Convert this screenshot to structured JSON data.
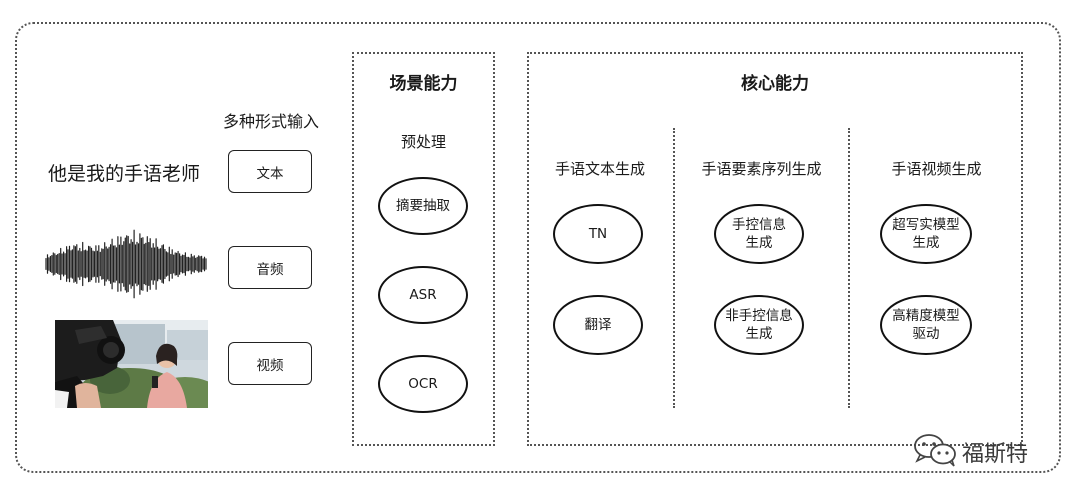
{
  "input": {
    "title": "多种形式输入",
    "example_text": "他是我的手语老师",
    "boxes": [
      "文本",
      "音频",
      "视频"
    ]
  },
  "scene": {
    "title": "场景能力",
    "subtitle": "预处理",
    "items": [
      "摘要抽取",
      "ASR",
      "OCR"
    ]
  },
  "core": {
    "title": "核心能力",
    "columns": [
      {
        "title": "手语文本生成",
        "items": [
          [
            "TN"
          ],
          [
            "翻译"
          ]
        ]
      },
      {
        "title": "手语要素序列生成",
        "items": [
          [
            "手控信息",
            "生成"
          ],
          [
            "非手控信息",
            "生成"
          ]
        ]
      },
      {
        "title": "手语视频生成",
        "items": [
          [
            "超写实模型",
            "生成"
          ],
          [
            "高精度模型",
            "驱动"
          ]
        ]
      }
    ]
  },
  "watermark": {
    "text": "福斯特",
    "icon": "wechat-icon"
  }
}
